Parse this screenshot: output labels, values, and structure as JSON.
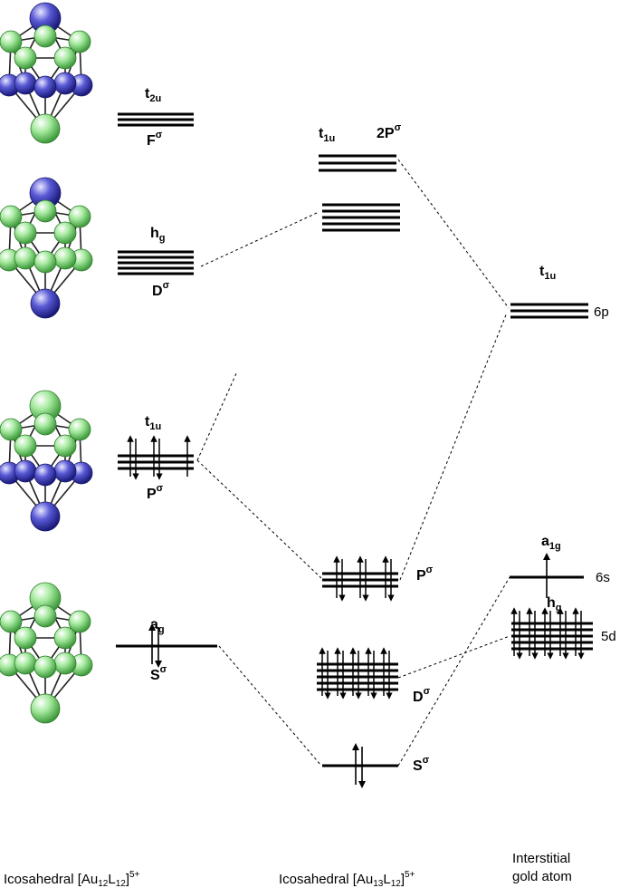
{
  "colors": {
    "green": "#9ee49e",
    "blue": "#4c4cc8",
    "edge": "#222222"
  },
  "clusters": [
    {
      "name": "cluster-icosahedron-1",
      "icon": "icosahedron-cluster-icon"
    },
    {
      "name": "cluster-icosahedron-2",
      "icon": "icosahedron-cluster-icon"
    },
    {
      "name": "cluster-icosahedron-3",
      "icon": "icosahedron-cluster-icon"
    },
    {
      "name": "cluster-icosahedron-4",
      "icon": "icosahedron-cluster-icon"
    }
  ],
  "left_levels": [
    {
      "sym_main": "t",
      "sym_sub": "2u",
      "orb_main": "F",
      "orb_sup": "σ"
    },
    {
      "sym_main": "h",
      "sym_sub": "g",
      "orb_main": "D",
      "orb_sup": "σ"
    },
    {
      "sym_main": "t",
      "sym_sub": "1u",
      "orb_main": "P",
      "orb_sup": "σ"
    },
    {
      "sym_main": "a",
      "sym_sub": "g",
      "orb_main": "S",
      "orb_sup": "σ"
    }
  ],
  "middle_levels": {
    "t1u_main": "t",
    "t1u_sub": "1u",
    "p2_main": "2P",
    "p2_sup": "σ",
    "p_main": "P",
    "p_sup": "σ",
    "d_main": "D",
    "d_sup": "σ",
    "s_main": "S",
    "s_sup": "σ"
  },
  "right_levels": {
    "t1u_main": "t",
    "t1u_sub": "1u",
    "t1u_energy": "6p",
    "a1g_main": "a",
    "a1g_sub": "1g",
    "a1g_energy": "6s",
    "hg_main": "h",
    "hg_sub": "g",
    "hg_energy": "5d"
  },
  "captions": {
    "left_prefix": "Icosahedral [Au",
    "left_sub1": "12",
    "left_mid": "L",
    "left_sub2": "12",
    "left_bracket": "]",
    "left_sup": "5+",
    "middle_prefix": "Icosahedral [Au",
    "middle_sub1": "13",
    "middle_mid": "L",
    "middle_sub2": "12",
    "middle_bracket": "]",
    "middle_sup": "5+",
    "right_line1": "Interstitial",
    "right_line2": "gold atom"
  }
}
